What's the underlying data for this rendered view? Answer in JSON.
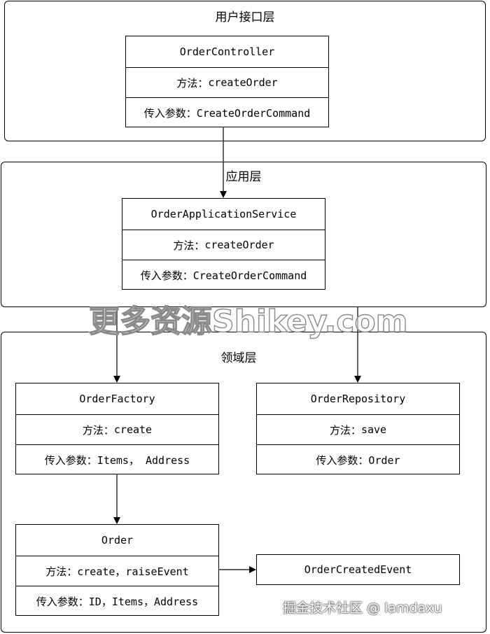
{
  "layers": {
    "user_interface": {
      "title": "用户接口层"
    },
    "application": {
      "title": "应用层"
    },
    "domain": {
      "title": "领域层"
    }
  },
  "boxes": {
    "order_controller": {
      "name": "OrderController",
      "method_label": "方法：",
      "method": "createOrder",
      "param_label": "传入参数：",
      "param": "CreateOrderCommand"
    },
    "order_application_service": {
      "name": "OrderApplicationService",
      "method_label": "方法：",
      "method": "createOrder",
      "param_label": "传入参数：",
      "param": "CreateOrderCommand"
    },
    "order_factory": {
      "name": "OrderFactory",
      "method_label": "方法：",
      "method": "create",
      "param_label": "传入参数：",
      "param": "Items， Address"
    },
    "order_repository": {
      "name": "OrderRepository",
      "method_label": "方法：",
      "method": "save",
      "param_label": "传入参数：",
      "param": "Order"
    },
    "order": {
      "name": "Order",
      "method_label": "方法：",
      "method": "create，raiseEvent",
      "param_label": "传入参数：",
      "param": "ID，Items，Address"
    },
    "order_created_event": {
      "name": "OrderCreatedEvent"
    }
  },
  "watermark": "更多资源Shikey.com",
  "credit": "掘金技术社区 @ lamdaxu"
}
